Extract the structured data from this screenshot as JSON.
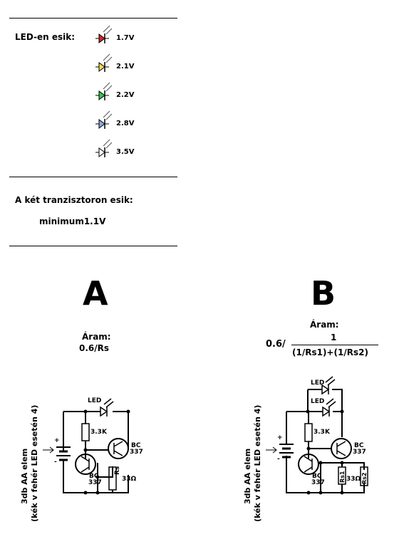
{
  "led_section": {
    "title": "LED-en esik:",
    "leds": [
      {
        "voltage": "1.7V",
        "color": "#e02020"
      },
      {
        "voltage": "2.1V",
        "color": "#f2e04a"
      },
      {
        "voltage": "2.2V",
        "color": "#2ecc40"
      },
      {
        "voltage": "2.8V",
        "color": "#8aa8e0"
      },
      {
        "voltage": "3.5V",
        "color": "#ffffff"
      }
    ]
  },
  "transistor_section": {
    "title": "A két tranzisztoron esik:",
    "value": "minimum1.1V"
  },
  "circuit_a": {
    "label": "A",
    "current_label": "Áram:",
    "formula": "0.6/Rs",
    "led_label": "LED",
    "r1": "3.3K",
    "t1": [
      "BC",
      "337"
    ],
    "t2": [
      "BC",
      "337"
    ],
    "rs_label": "Rs",
    "rs_value": "33Ω",
    "battery_label": [
      "3db AA elem",
      "(kék v fehér LED esetén 4)"
    ],
    "plus": "+",
    "minus": "-"
  },
  "circuit_b": {
    "label": "B",
    "current_label": "Áram:",
    "formula_prefix": "0.6/",
    "formula_num": "1",
    "formula_den": "(1/Rs1)+(1/Rs2)",
    "led_label_1": "LED",
    "led_label_2": "LED",
    "r1": "3.3K",
    "t1": [
      "BC",
      "337"
    ],
    "t2": [
      "BC",
      "337"
    ],
    "rs1_label": "Rs1",
    "rs1_value": "33Ω",
    "rs2_label": "Rs2",
    "battery_label": [
      "3db AA elem",
      "(kék v fehér LED esetén 4)"
    ],
    "plus": "+",
    "minus": "-"
  }
}
